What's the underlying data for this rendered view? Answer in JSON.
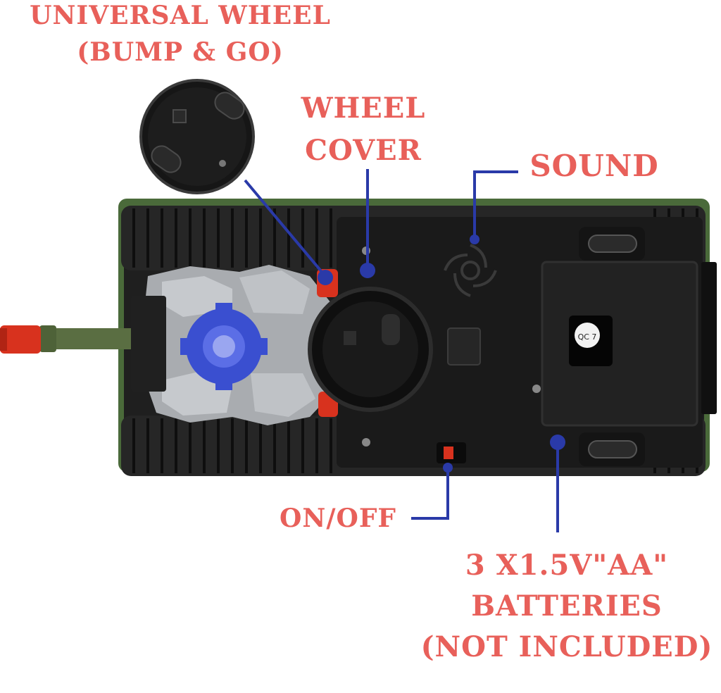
{
  "labels": {
    "universal_wheel_line1": "UNIVERSAL WHEEL",
    "universal_wheel_line2": "(BUMP & GO)",
    "wheel_cover_line1": "WHEEL",
    "wheel_cover_line2": "COVER",
    "sound": "SOUND",
    "on_off": "ON/OFF",
    "batteries_line1": "3 X1.5V\"AA\"",
    "batteries_line2": "BATTERIES",
    "batteries_line3": "(NOT INCLUDED)"
  },
  "colors": {
    "label_text": "#e8605a",
    "callout_line": "#2a3aa8",
    "tank_body": "#1c1c1c",
    "tank_green": "#4a6a3a",
    "turret_grey": "#a9acb0",
    "gear_blue": "#3a4fd0",
    "barrel_tip": "#d8321e"
  },
  "sticker_text": "QC 7"
}
